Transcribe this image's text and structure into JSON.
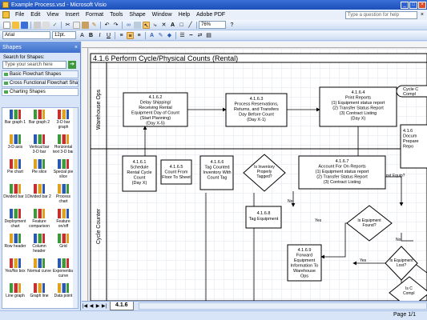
{
  "window": {
    "title": "Example Process.vsd - Microsoft Visio"
  },
  "menu": {
    "items": [
      "File",
      "Edit",
      "View",
      "Insert",
      "Format",
      "Tools",
      "Shape",
      "Window",
      "Help",
      "Adobe PDF"
    ],
    "help_placeholder": "Type a question for help"
  },
  "format_toolbar": {
    "font": "Arial",
    "size": "12pt.",
    "zoom": "76%"
  },
  "shapes_panel": {
    "title": "Shapes",
    "search_label": "Search for Shapes:",
    "search_placeholder": "Type your search here",
    "stencils": [
      "Basic Flowchart Shapes",
      "Cross Functional Flowchart Sha...",
      "Charting Shapes"
    ],
    "items": [
      {
        "label": "Bar graph 1",
        "icon": "bar-graph-icon"
      },
      {
        "label": "Bar graph 2",
        "icon": "bar-graph-icon"
      },
      {
        "label": "3-D bar graph",
        "icon": "bar-graph-3d-icon"
      },
      {
        "label": "3-D axis",
        "icon": "axis-3d-icon"
      },
      {
        "label": "Vertical bar 3-D bar",
        "icon": "vertical-bar-icon"
      },
      {
        "label": "Horizontal text 3-D bar",
        "icon": "horizontal-bar-icon"
      },
      {
        "label": "Pie chart",
        "icon": "pie-chart-icon"
      },
      {
        "label": "Pie slice",
        "icon": "pie-slice-icon"
      },
      {
        "label": "Special pie slice",
        "icon": "special-pie-icon"
      },
      {
        "label": "Divided bar 1",
        "icon": "divided-bar-icon"
      },
      {
        "label": "Divided bar 2",
        "icon": "divided-bar-icon"
      },
      {
        "label": "Process chart",
        "icon": "process-chart-icon"
      },
      {
        "label": "Deployment chart",
        "icon": "deployment-chart-icon"
      },
      {
        "label": "Feature comparison",
        "icon": "feature-comparison-icon"
      },
      {
        "label": "Feature on/off",
        "icon": "feature-onoff-icon"
      },
      {
        "label": "Row header",
        "icon": "row-header-icon"
      },
      {
        "label": "Column header",
        "icon": "column-header-icon"
      },
      {
        "label": "Grid",
        "icon": "grid-icon"
      },
      {
        "label": "Yes/No box",
        "icon": "yes-no-box-icon"
      },
      {
        "label": "Normal curve",
        "icon": "normal-curve-icon"
      },
      {
        "label": "Exponential curve",
        "icon": "exponential-curve-icon"
      },
      {
        "label": "Line graph",
        "icon": "line-graph-icon"
      },
      {
        "label": "Graph line",
        "icon": "graph-line-icon"
      },
      {
        "label": "Data point",
        "icon": "data-point-icon"
      }
    ]
  },
  "diagram": {
    "title": "4.1.6 Perform Cycle/Physical Counts (Rental)",
    "lanes": [
      "Warehouse Ops",
      "Cycle Counter"
    ],
    "shapes": {
      "s162": [
        "4.1.6.2",
        "Delay Shipping/",
        "Receiving Rental",
        "Equipment Day of Count",
        "(Start Planning)",
        "(Day X-5)"
      ],
      "s163": [
        "4.1.6.3",
        "Process  Reservations,",
        "Returns, and Transfers",
        "Day Before Count",
        "(Day X-1)"
      ],
      "s164": [
        "4.1.6.4",
        "Print Reports",
        "(1) Equipment status report",
        "(2) Transfer Status Report",
        "(3) Contract Listing",
        "(Day X)"
      ],
      "s161": [
        "4.1.6.1",
        "Schedule",
        "Rental Cycle",
        "Count",
        "(Day X)"
      ],
      "s165": [
        "4.1.6.5",
        "Count From",
        "Floor To Sheet"
      ],
      "s166": [
        "4.1.6.6",
        "Tag Counted",
        "Inventory With",
        "Count Tag"
      ],
      "d_tagged": [
        "Is Inventory",
        "Properly",
        "Tagged?"
      ],
      "s167": [
        "4.1.6.7",
        "Account For On Reports",
        "(1) Equipment status report",
        "(2) Transfer Status Report",
        "(3) Contract Listing"
      ],
      "s168": [
        "4.1.6.8",
        "Tag Equipment"
      ],
      "d_found": [
        "Is Equipment",
        "Found?"
      ],
      "d_lost": [
        "Is Equipment",
        "Lost?"
      ],
      "s169": [
        "4.1.6.9",
        "Forward",
        "Equipment",
        "Information To",
        "Warehouse",
        "Ops"
      ],
      "edge_r1": [
        "4.1.6",
        "Docum",
        "Prepare",
        "Repo"
      ],
      "edge_r2": [
        "Is C",
        "Compl"
      ],
      "edge_top": [
        "Cycle C",
        "Compl"
      ]
    },
    "edge_labels": {
      "no": "No",
      "yes": "Yes",
      "lost_equip": "Lost Equip?"
    }
  },
  "tabs": {
    "active": "4.1.6"
  },
  "status": {
    "page": "Page 1/1"
  }
}
